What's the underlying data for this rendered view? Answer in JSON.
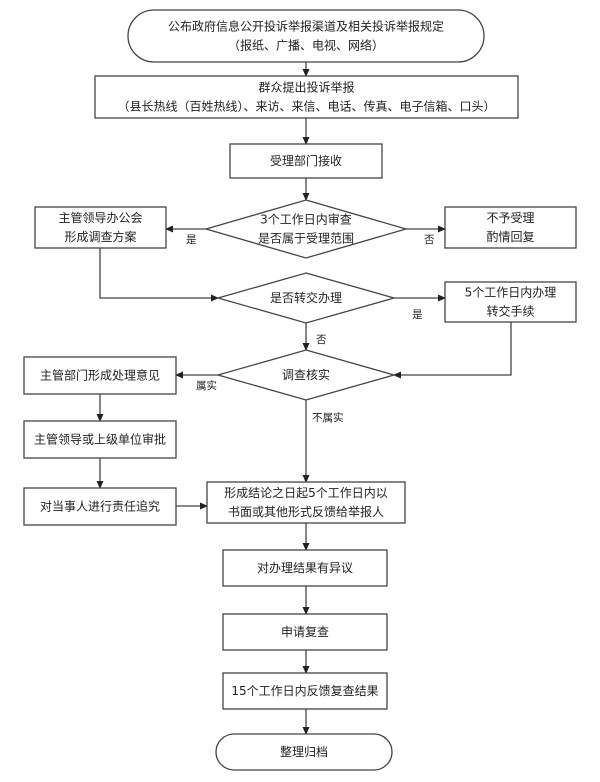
{
  "title": "投诉举报办理流程图",
  "nodes": {
    "publish": {
      "type": "terminal",
      "lines": [
        "公布政府信息公开投诉举报渠道及相关投诉举报规定",
        "（报纸、广播、电视、网络）"
      ]
    },
    "submit": {
      "type": "process",
      "lines": [
        "群众提出投诉举报",
        "（县长热线（百姓热线）、来访、来信、电话、传真、电子信箱、口头）"
      ]
    },
    "receive": {
      "type": "process",
      "lines": [
        "受理部门接收"
      ]
    },
    "review_scope": {
      "type": "decision",
      "lines": [
        "3个工作日内审查",
        "是否属于受理范围"
      ]
    },
    "meeting_plan": {
      "type": "process",
      "lines": [
        "主管领导办公会",
        "形成调查方案"
      ]
    },
    "reject_reply": {
      "type": "process",
      "lines": [
        "不予受理",
        "酌情回复"
      ]
    },
    "transfer_decision": {
      "type": "decision",
      "lines": [
        "是否转交办理"
      ]
    },
    "transfer_procedure": {
      "type": "process",
      "lines": [
        "5个工作日内办理",
        "转交手续"
      ]
    },
    "verify": {
      "type": "decision",
      "lines": [
        "调查核实"
      ]
    },
    "dept_opinion": {
      "type": "process",
      "lines": [
        "主管部门形成处理意见"
      ]
    },
    "leader_approval": {
      "type": "process",
      "lines": [
        "主管领导或上级单位审批"
      ]
    },
    "accountability": {
      "type": "process",
      "lines": [
        "对当事人进行责任追究"
      ]
    },
    "feedback": {
      "type": "process",
      "lines": [
        "形成结论之日起5个工作日内以",
        "书面或其他形式反馈给举报人"
      ]
    },
    "objection": {
      "type": "process",
      "lines": [
        "对办理结果有异议"
      ]
    },
    "apply_review": {
      "type": "process",
      "lines": [
        "申请复查"
      ]
    },
    "review_result": {
      "type": "process",
      "lines": [
        "15个工作日内反馈复查结果"
      ]
    },
    "archive": {
      "type": "terminal",
      "lines": [
        "整理归档"
      ]
    }
  },
  "edges": [
    {
      "from": "publish",
      "to": "submit",
      "label": ""
    },
    {
      "from": "submit",
      "to": "receive",
      "label": ""
    },
    {
      "from": "receive",
      "to": "review_scope",
      "label": ""
    },
    {
      "from": "review_scope",
      "to": "meeting_plan",
      "label": "是"
    },
    {
      "from": "review_scope",
      "to": "reject_reply",
      "label": "否"
    },
    {
      "from": "meeting_plan",
      "to": "transfer_decision",
      "label": ""
    },
    {
      "from": "transfer_decision",
      "to": "transfer_procedure",
      "label": "是"
    },
    {
      "from": "transfer_decision",
      "to": "verify",
      "label": "否"
    },
    {
      "from": "transfer_procedure",
      "to": "verify",
      "label": ""
    },
    {
      "from": "verify",
      "to": "dept_opinion",
      "label": "属实"
    },
    {
      "from": "verify",
      "to": "feedback",
      "label": "不属实"
    },
    {
      "from": "dept_opinion",
      "to": "leader_approval",
      "label": ""
    },
    {
      "from": "leader_approval",
      "to": "accountability",
      "label": ""
    },
    {
      "from": "accountability",
      "to": "feedback",
      "label": ""
    },
    {
      "from": "feedback",
      "to": "objection",
      "label": ""
    },
    {
      "from": "objection",
      "to": "apply_review",
      "label": ""
    },
    {
      "from": "apply_review",
      "to": "review_result",
      "label": ""
    },
    {
      "from": "review_result",
      "to": "archive",
      "label": ""
    }
  ]
}
